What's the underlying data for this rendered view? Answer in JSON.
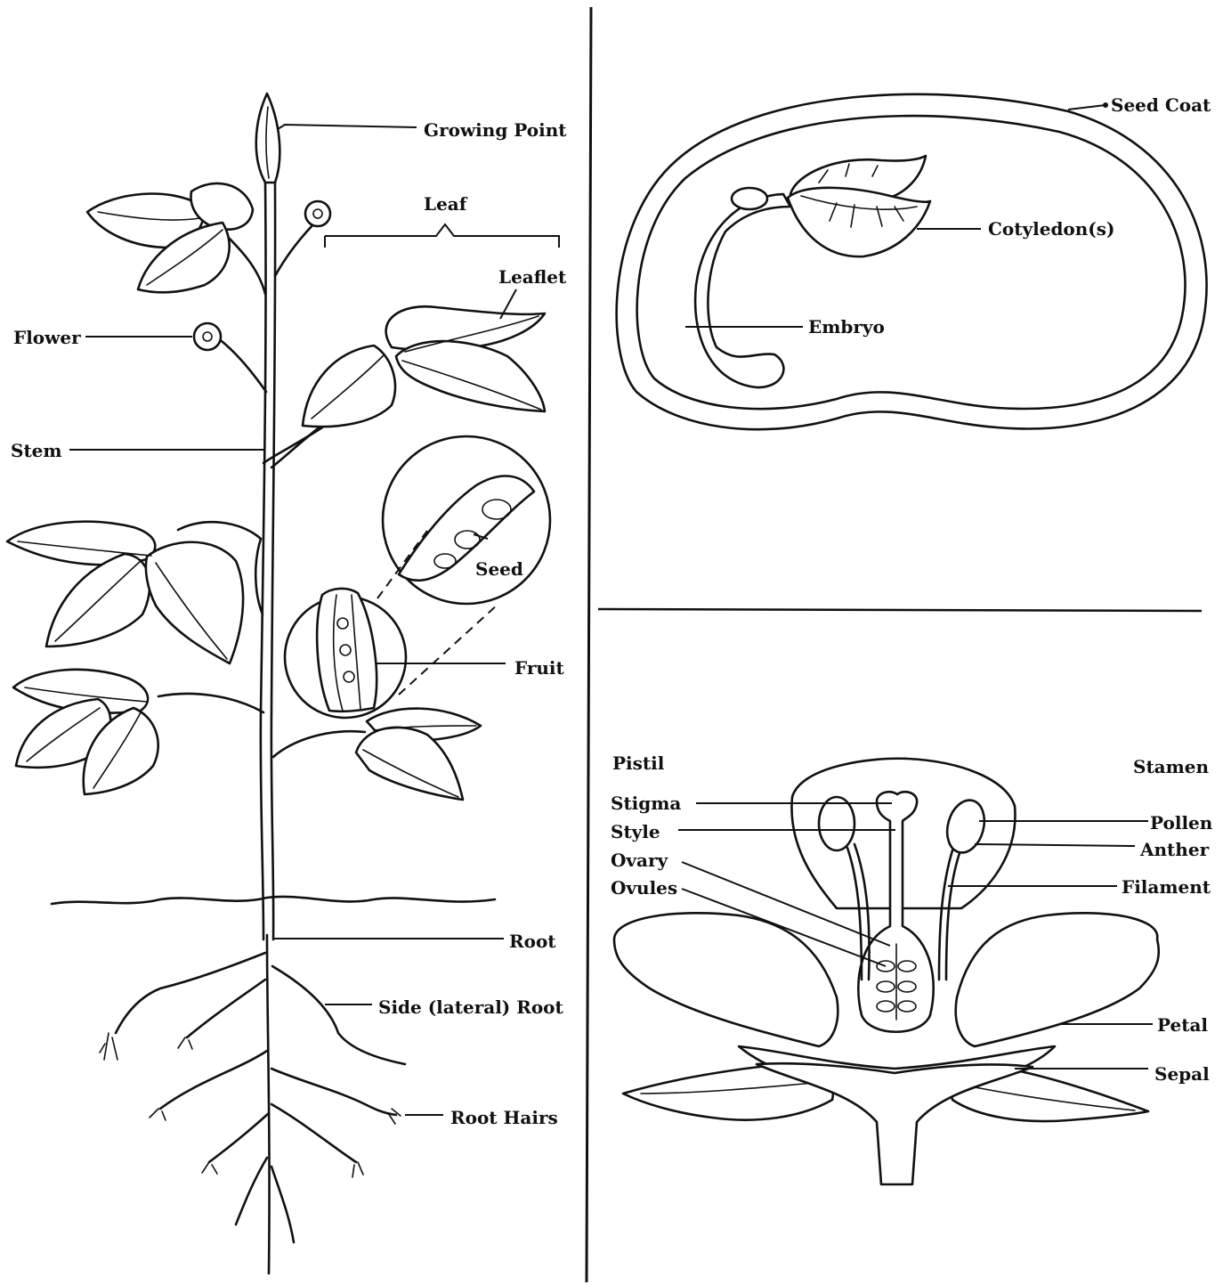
{
  "plant": {
    "growing_point": "Growing Point",
    "leaf": "Leaf",
    "leaflet": "Leaflet",
    "flower": "Flower",
    "stem": "Stem",
    "seed": "Seed",
    "fruit": "Fruit",
    "root": "Root",
    "side_root": "Side (lateral) Root",
    "root_hairs": "Root Hairs"
  },
  "seed_diagram": {
    "seed_coat": "Seed Coat",
    "cotyledon": "Cotyledon(s)",
    "embryo": "Embryo"
  },
  "flower_diagram": {
    "pistil": "Pistil",
    "stamen": "Stamen",
    "stigma": "Stigma",
    "style": "Style",
    "ovary": "Ovary",
    "ovules": "Ovules",
    "pollen": "Pollen",
    "anther": "Anther",
    "filament": "Filament",
    "petal": "Petal",
    "sepal": "Sepal"
  },
  "colors": {
    "ink": "#111111",
    "paper": "#ffffff"
  }
}
